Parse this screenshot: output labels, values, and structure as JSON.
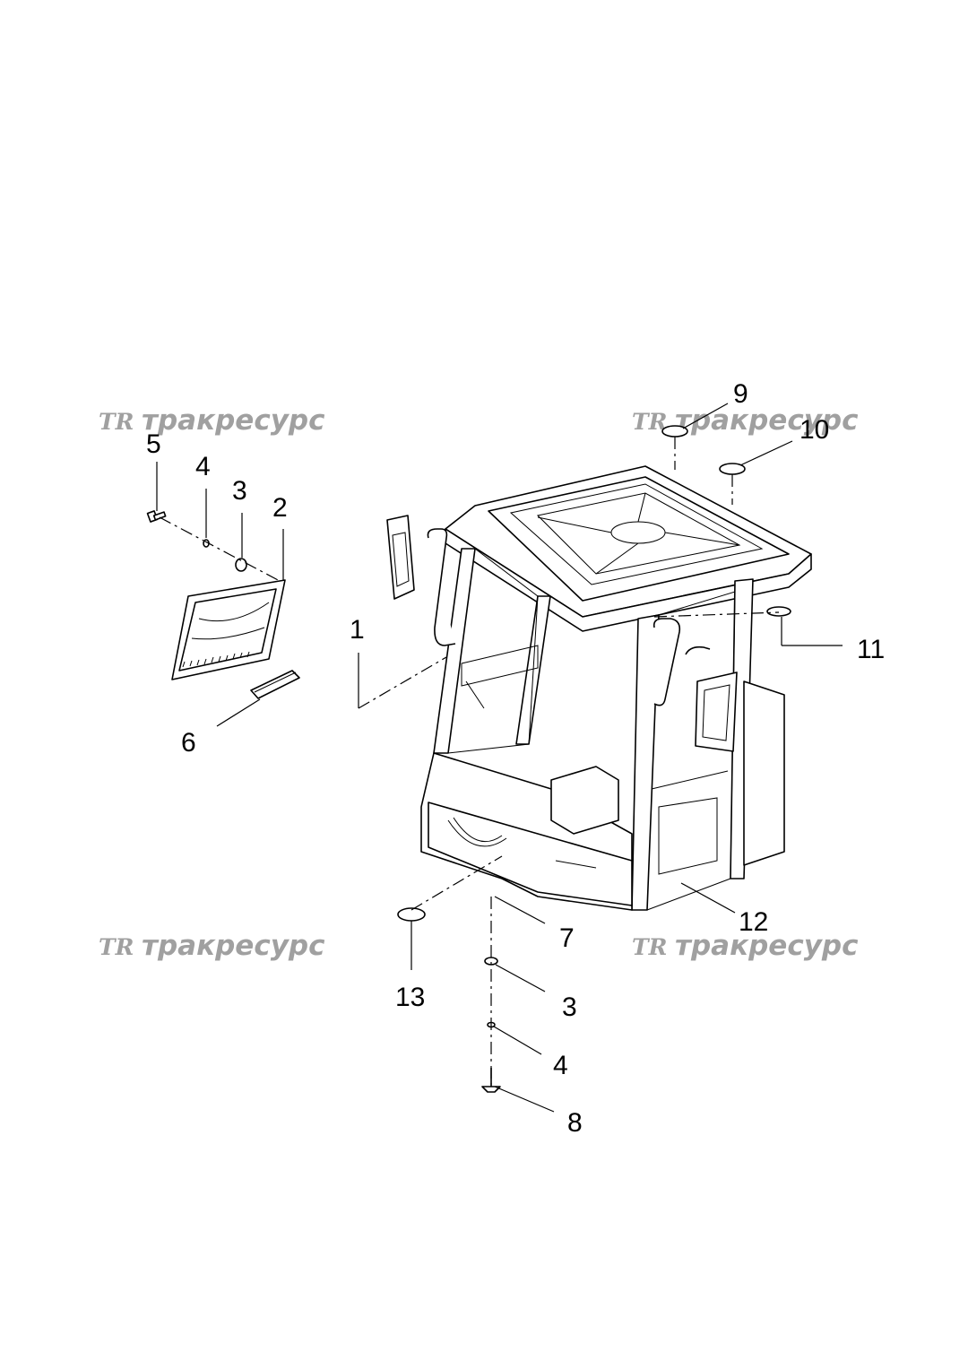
{
  "watermark": {
    "logo": "TR",
    "text": "тракресурс",
    "color": "#a0a0a0"
  },
  "callouts": {
    "c1": "1",
    "c2": "2",
    "c3_top": "3",
    "c3_bottom": "3",
    "c4_top": "4",
    "c4_bottom": "4",
    "c5": "5",
    "c6": "6",
    "c7": "7",
    "c8": "8",
    "c9": "9",
    "c10": "10",
    "c11": "11",
    "c12": "12",
    "c13": "13"
  }
}
